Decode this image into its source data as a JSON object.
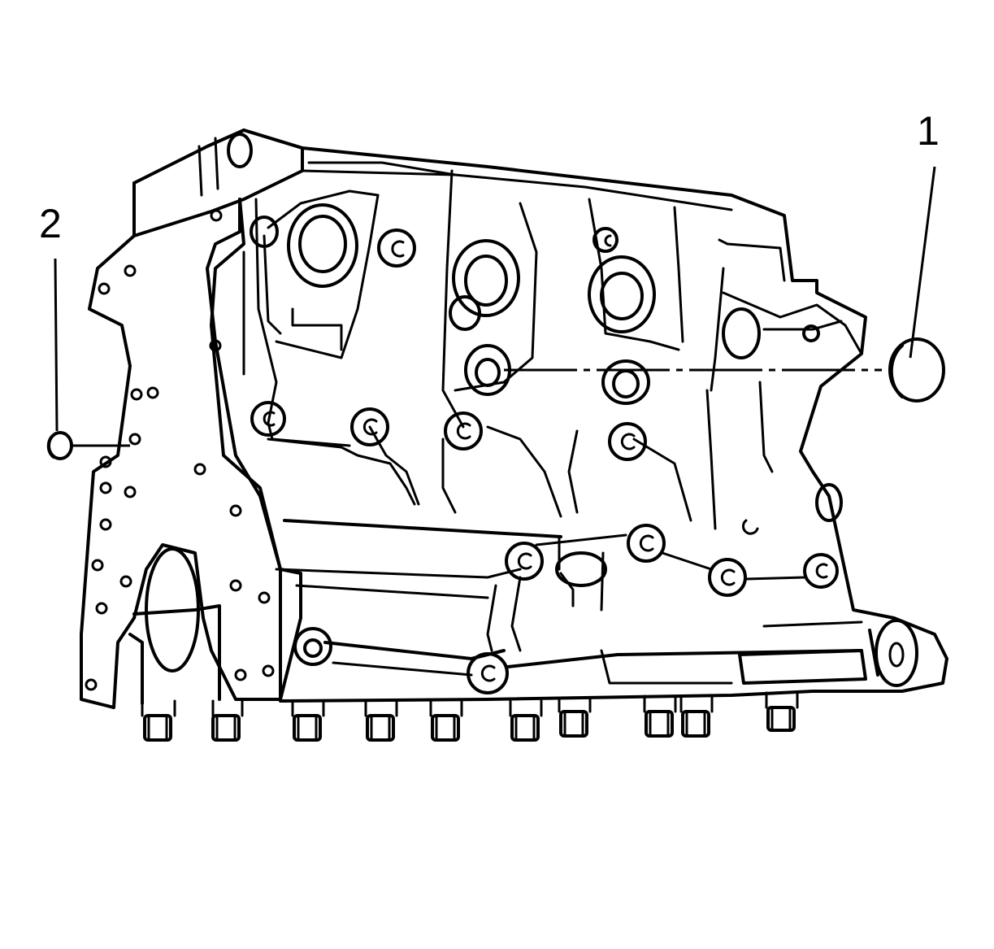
{
  "diagram": {
    "callouts": [
      {
        "id": "1",
        "label": "1",
        "part": "plug-right"
      },
      {
        "id": "2",
        "label": "2",
        "part": "plug-left"
      }
    ],
    "colors": {
      "line": "#000000",
      "background": "#ffffff"
    }
  }
}
